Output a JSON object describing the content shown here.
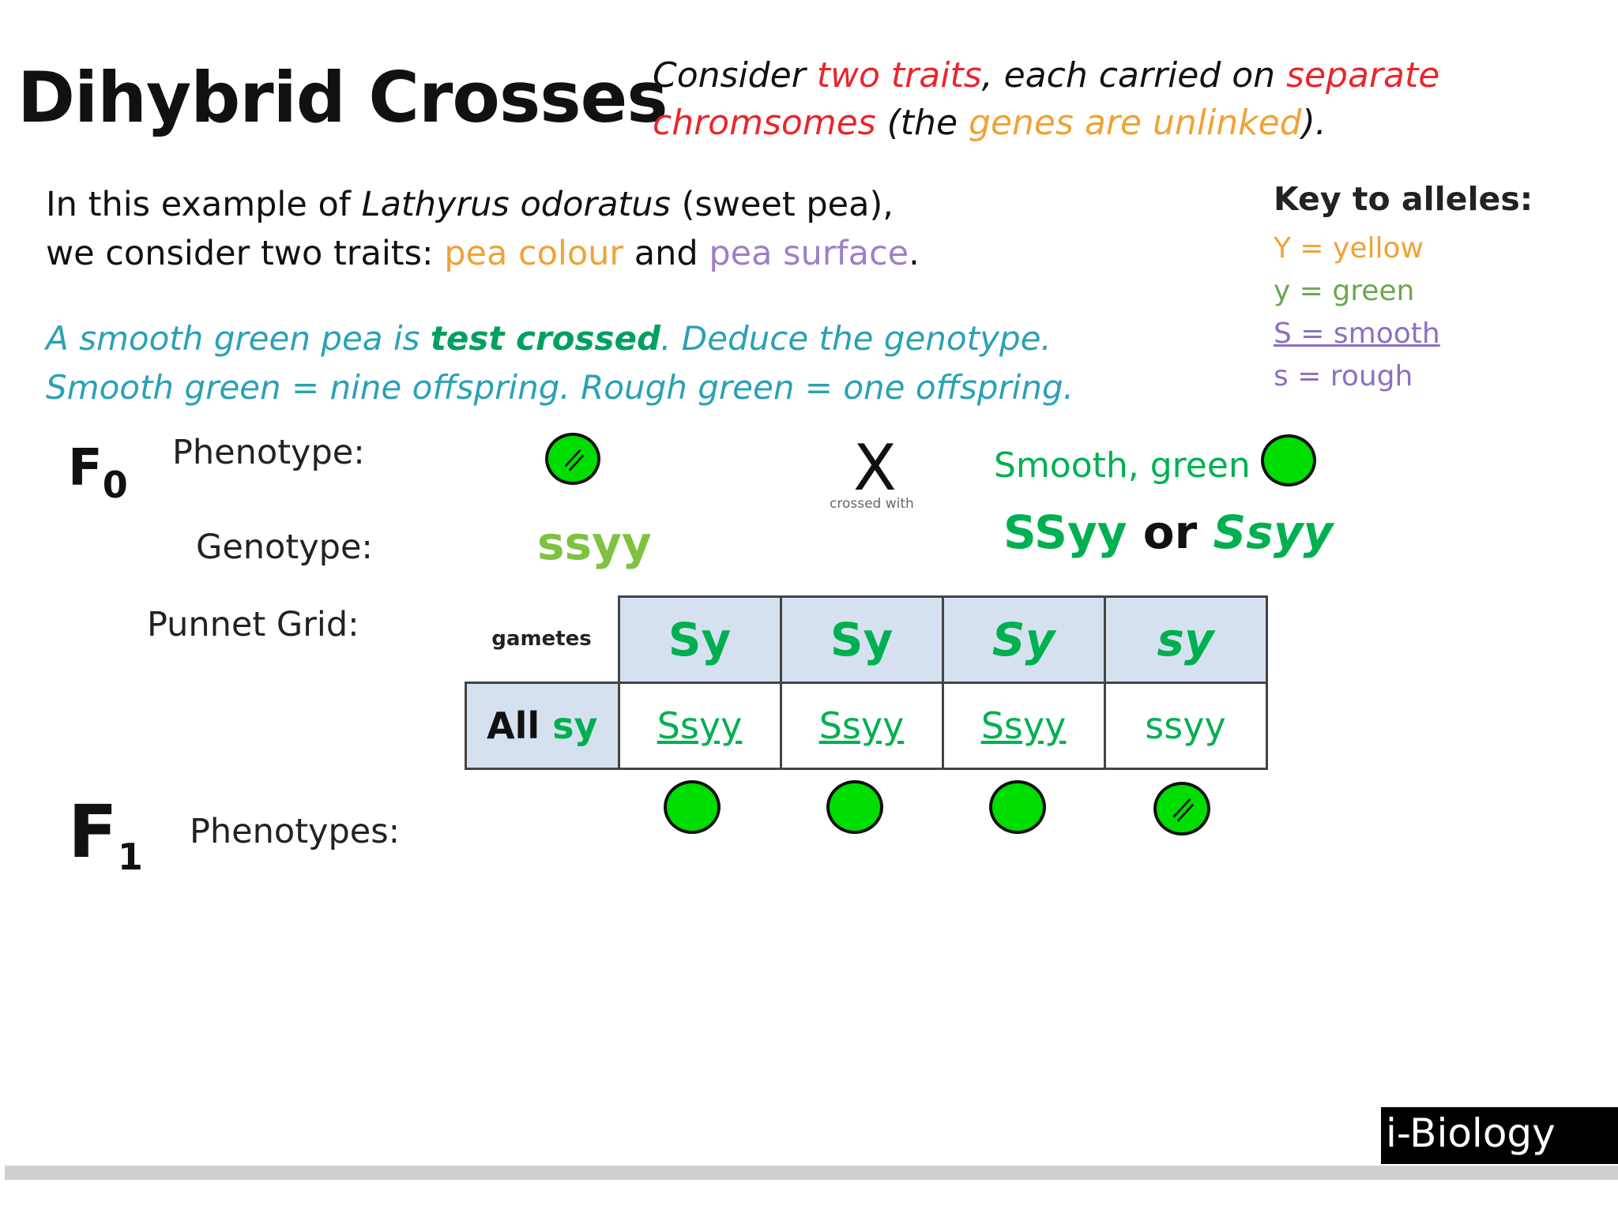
{
  "title": "Dihybrid Crosses",
  "intro": {
    "p1": "Consider ",
    "p2": "two traits",
    "p3": ", each carried on ",
    "p4": "separate",
    "p5": "chromsomes",
    "p6": " (the ",
    "p7": "genes are unlinked",
    "p8": ")."
  },
  "example": {
    "line1_pre": "In this example of ",
    "line1_species": "Lathyrus odoratus",
    "line1_post": " (sweet pea),",
    "line2_pre": "we consider two traits: ",
    "trait1": "pea colour",
    "and": " and ",
    "trait2": "pea surface",
    "end": "."
  },
  "key": {
    "title": "Key to alleles:",
    "items": [
      {
        "text": "Y = yellow",
        "color": "#f0a236"
      },
      {
        "text": "y = green",
        "color": "#6aa84f"
      },
      {
        "text": "S = smooth",
        "color": "#8e6fc1"
      },
      {
        "text": "s = rough",
        "color": "#8e6fc1"
      }
    ]
  },
  "problem": {
    "p1": "A smooth green pea is ",
    "p2": "test crossed",
    "p3": ". Deduce the genotype.",
    "line2": "Smooth green = nine offspring.  Rough green = one offspring."
  },
  "f0": {
    "label": "F",
    "sub": "0",
    "phenotype_label": "Phenotype:",
    "genotype_label": "Genotype:",
    "left_genotype": "ssyy",
    "cross_symbol": "X",
    "crossed_with": "crossed with",
    "right_phenotype": "Smooth, green",
    "right_genotype_1": "SSyy",
    "right_genotype_or": " or ",
    "right_genotype_2": "Ssyy"
  },
  "punnet": {
    "label": "Punnet Grid:",
    "gametes": "gametes",
    "headers": [
      "Sy",
      "Sy",
      "Sy",
      "sy"
    ],
    "row_header_1": "All ",
    "row_header_2": "sy",
    "cells": [
      "Ssyy",
      "Ssyy",
      "Ssyy",
      "ssyy"
    ]
  },
  "f1": {
    "label": "F",
    "sub": "1",
    "phenotypes_label": "Phenotypes:"
  },
  "brand": "i-Biology",
  "colors": {
    "pea_green": "#00dd00",
    "text_green": "#00b050",
    "teal": "#2aa1b4",
    "red": "#e8262c",
    "orange": "#f0a236",
    "purple": "#9f7fc6",
    "grid_fill": "#d6e1f0"
  }
}
